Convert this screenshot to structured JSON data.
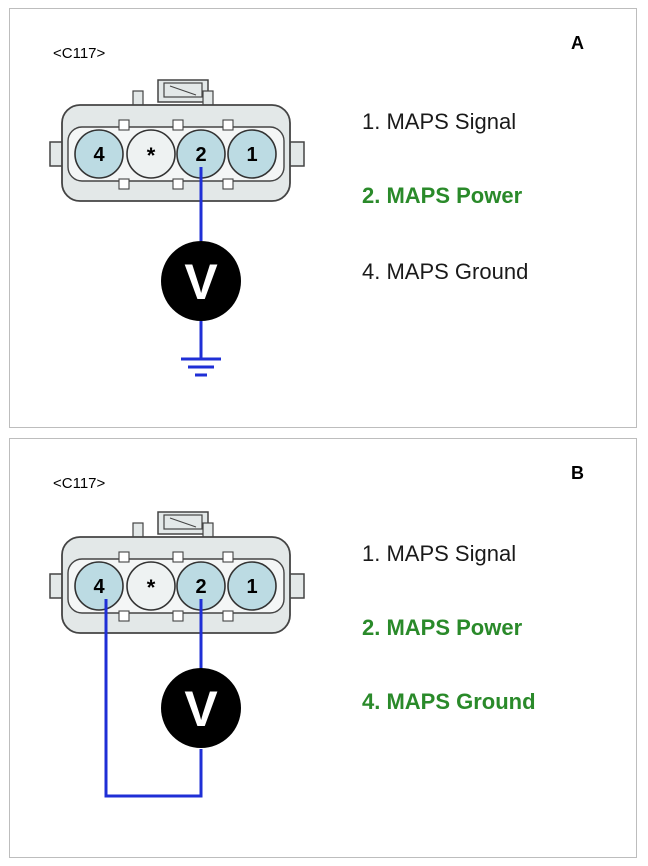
{
  "panels": [
    {
      "tag": "A",
      "connector": "<C117>",
      "pins": [
        "4",
        "*",
        "2",
        "1"
      ],
      "labels": [
        {
          "text": "1. MAPS Signal",
          "highlight": false
        },
        {
          "text": "2. MAPS Power",
          "highlight": true
        },
        {
          "text": "4. MAPS Ground",
          "highlight": false
        }
      ],
      "meter": "V",
      "measurement": "pin 2 to chassis ground"
    },
    {
      "tag": "B",
      "connector": "<C117>",
      "pins": [
        "4",
        "*",
        "2",
        "1"
      ],
      "labels": [
        {
          "text": "1. MAPS Signal",
          "highlight": false
        },
        {
          "text": "2. MAPS Power",
          "highlight": true
        },
        {
          "text": "4. MAPS Ground",
          "highlight": true
        }
      ],
      "meter": "V",
      "measurement": "pin 2 to pin 4"
    }
  ],
  "colors": {
    "wire": "#1f2fd6",
    "highlight": "#2a8a2a",
    "pin_fill": "#bcdbe3",
    "pin_blank_fill": "#eef2f2",
    "connector_fill": "#e3e8e8"
  }
}
